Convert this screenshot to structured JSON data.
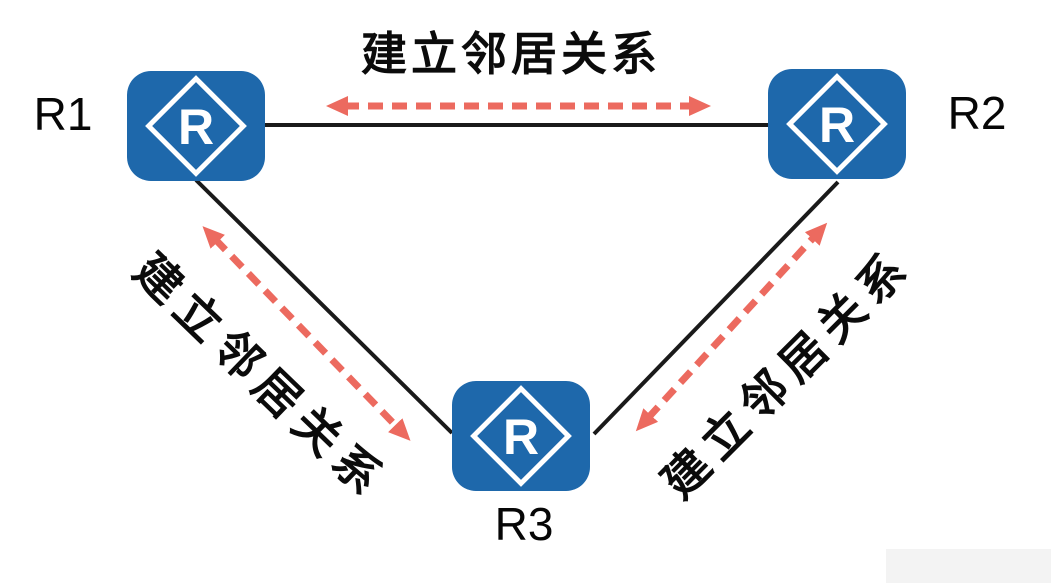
{
  "diagram": {
    "nodes": [
      {
        "id": "r1",
        "label": "R1",
        "icon": "router-icon",
        "icon_letter": "R"
      },
      {
        "id": "r2",
        "label": "R2",
        "icon": "router-icon",
        "icon_letter": "R"
      },
      {
        "id": "r3",
        "label": "R3",
        "icon": "router-icon",
        "icon_letter": "R"
      }
    ],
    "links": [
      {
        "id": "r1-r2",
        "from": "R1",
        "to": "R2",
        "label": "建立邻居关系",
        "line_style": "solid",
        "arrow_style": "dashed-double-headed"
      },
      {
        "id": "r1-r3",
        "from": "R1",
        "to": "R3",
        "label": "建立邻居关系",
        "line_style": "solid",
        "arrow_style": "dashed-double-headed"
      },
      {
        "id": "r2-r3",
        "from": "R2",
        "to": "R3",
        "label": "建立邻居关系",
        "line_style": "solid",
        "arrow_style": "dashed-double-headed"
      }
    ],
    "colors": {
      "router_blue": "#1e68ab",
      "icon_white": "#ffffff",
      "arrow_red": "#ec6a5f",
      "line_black": "#1a1a1a",
      "text_black": "#0b0b0b"
    }
  }
}
